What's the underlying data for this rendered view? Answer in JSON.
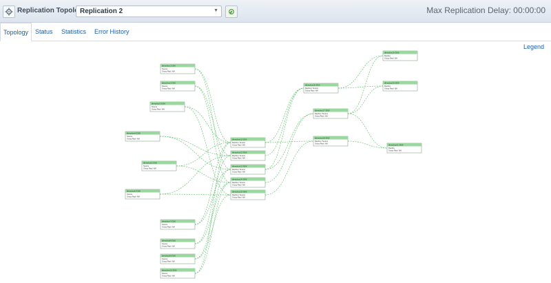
{
  "toolbar": {
    "label": "Replication Topology:",
    "selected_topology": "Replication 2",
    "max_delay": "Max Replication Delay: 00:00:00"
  },
  "tabs": [
    {
      "label": "Topology",
      "active": true
    },
    {
      "label": "Status",
      "active": false
    },
    {
      "label": "Statistics",
      "active": false
    },
    {
      "label": "Error History",
      "active": false
    }
  ],
  "legend_label": "Legend",
  "colors": {
    "link": "#52b95f",
    "node_header": "#9ad89f",
    "node_border": "#8aa08c"
  },
  "nodes": [
    {
      "id": "s1",
      "title": "dbreplica1:3306",
      "line1": "Source",
      "line2": "Group Repl: N/A"
    },
    {
      "id": "s2",
      "title": "dbreplica2:3306",
      "line1": "Source",
      "line2": "Group Repl: N/A"
    },
    {
      "id": "s3",
      "title": "dbreplica3:3306",
      "line1": "Source",
      "line2": "Group Repl: N/A"
    },
    {
      "id": "s4",
      "title": "dbreplica4:3306",
      "line1": "Source",
      "line2": "Group Repl: N/A"
    },
    {
      "id": "s5",
      "title": "dbreplica5:3306",
      "line1": "Source",
      "line2": "Group Repl: N/A"
    },
    {
      "id": "s6",
      "title": "dbreplica6:3306",
      "line1": "Source",
      "line2": "Group Repl: N/A"
    },
    {
      "id": "s7",
      "title": "dbreplica7:3306",
      "line1": "Source",
      "line2": "Group Repl: N/A"
    },
    {
      "id": "s8",
      "title": "dbreplica8:3306",
      "line1": "Source",
      "line2": "Group Repl: N/A"
    },
    {
      "id": "s9",
      "title": "dbreplica9:3306",
      "line1": "Source",
      "line2": "Group Repl: N/A"
    },
    {
      "id": "s10",
      "title": "dbreplica10:3306",
      "line1": "Source",
      "line2": "Group Repl: N/A"
    },
    {
      "id": "m1",
      "title": "dbreplica11:3306",
      "line1": "Replica / Source",
      "line2": "Group Repl: N/A"
    },
    {
      "id": "m2",
      "title": "dbreplica12:3306",
      "line1": "Replica / Source",
      "line2": "Group Repl: N/A"
    },
    {
      "id": "m3",
      "title": "dbreplica13:3306",
      "line1": "Replica / Source",
      "line2": "Group Repl: N/A"
    },
    {
      "id": "m4",
      "title": "dbreplica14:3306",
      "line1": "Replica / Source",
      "line2": "Group Repl: N/A"
    },
    {
      "id": "m5",
      "title": "dbreplica15:3306",
      "line1": "Replica / Source",
      "line2": "Group Repl: N/A"
    },
    {
      "id": "r1",
      "title": "dbreplica16:3306",
      "line1": "Replica / Source",
      "line2": "Group Repl: N/A"
    },
    {
      "id": "r2",
      "title": "dbreplica17:3306",
      "line1": "Replica / Source",
      "line2": "Group Repl: N/A"
    },
    {
      "id": "r3",
      "title": "dbreplica18:3306",
      "line1": "Replica / Source",
      "line2": "Group Repl: N/A"
    },
    {
      "id": "e1",
      "title": "dbreplica19:3306",
      "line1": "Replica",
      "line2": "Group Repl: N/A"
    },
    {
      "id": "e2",
      "title": "dbreplica20:3306",
      "line1": "Replica",
      "line2": "Group Repl: N/A"
    },
    {
      "id": "e3",
      "title": "dbreplica21:3306",
      "line1": "Replica",
      "line2": "Group Repl: N/A"
    }
  ],
  "links": [
    [
      "s1",
      "m1"
    ],
    [
      "s1",
      "m3"
    ],
    [
      "s2",
      "m2"
    ],
    [
      "s2",
      "m4"
    ],
    [
      "s3",
      "m1"
    ],
    [
      "s3",
      "m5"
    ],
    [
      "s4",
      "m2"
    ],
    [
      "s4",
      "m3"
    ],
    [
      "s5",
      "m4"
    ],
    [
      "s5",
      "m1"
    ],
    [
      "s6",
      "m5"
    ],
    [
      "s6",
      "m2"
    ],
    [
      "s7",
      "m3"
    ],
    [
      "s7",
      "m1"
    ],
    [
      "s8",
      "m4"
    ],
    [
      "s8",
      "m2"
    ],
    [
      "s9",
      "m5"
    ],
    [
      "s9",
      "m3"
    ],
    [
      "s10",
      "m1"
    ],
    [
      "s10",
      "m4"
    ],
    [
      "m1",
      "r1"
    ],
    [
      "m2",
      "r1"
    ],
    [
      "m3",
      "r2"
    ],
    [
      "m4",
      "r2"
    ],
    [
      "m5",
      "r3"
    ],
    [
      "m1",
      "r3"
    ],
    [
      "m3",
      "r1"
    ],
    [
      "r1",
      "e1"
    ],
    [
      "r1",
      "e2"
    ],
    [
      "r2",
      "e1"
    ],
    [
      "r2",
      "e2"
    ],
    [
      "r3",
      "e3"
    ],
    [
      "r2",
      "e3"
    ]
  ]
}
